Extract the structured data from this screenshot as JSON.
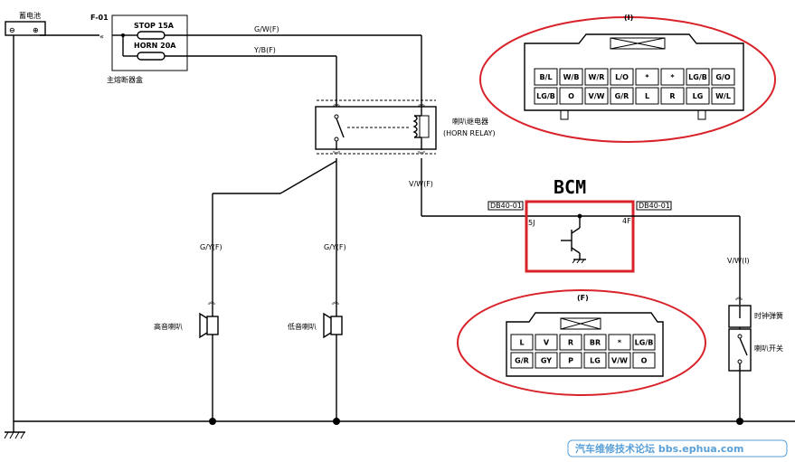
{
  "battery": {
    "label": "蓄电池",
    "minus": "⊖",
    "plus": "⊕"
  },
  "fusebox": {
    "connector": "F-01",
    "fuse_stop": "STOP 15A",
    "fuse_horn": "HORN 20A",
    "label": "主熔断器盒"
  },
  "wires": {
    "gw": "G/W(F)",
    "yb": "Y/B(F)",
    "vw_f": "V/W(F)",
    "gy_left": "G/Y(F)",
    "gy_right": "G/Y(F)",
    "vw_i": "V/W(I)"
  },
  "relay": {
    "label_cn": "喇叭继电器",
    "label_en": "(HORN RELAY)"
  },
  "horns": {
    "high": "高音喇叭",
    "low": "低音喇叭"
  },
  "bcm": {
    "title": "BCM",
    "conn_left": "DB40-01",
    "conn_right": "DB40-01",
    "pin_left": "5J",
    "pin_right": "4F"
  },
  "switch": {
    "clock_spring": "时钟弹簧",
    "horn_switch": "喇叭开关"
  },
  "connector_i": {
    "title": "(I)",
    "row1": [
      "B/L",
      "W/B",
      "W/R",
      "L/O",
      "*",
      "*",
      "LG/B",
      "G/O"
    ],
    "row2": [
      "LG/B",
      "O",
      "V/W",
      "G/R",
      "L",
      "R",
      "LG",
      "W/L"
    ]
  },
  "connector_f": {
    "title": "(F)",
    "row1": [
      "L",
      "V",
      "R",
      "BR",
      "*",
      "LG/B"
    ],
    "row2": [
      "G/R",
      "GY",
      "P",
      "LG",
      "V/W",
      "O"
    ]
  },
  "watermark": "汽车维修技术论坛 bbs.ephua.com",
  "colors": {
    "highlight": "#d9232a",
    "line": "#000000",
    "watermark": "#5aa0d8"
  }
}
